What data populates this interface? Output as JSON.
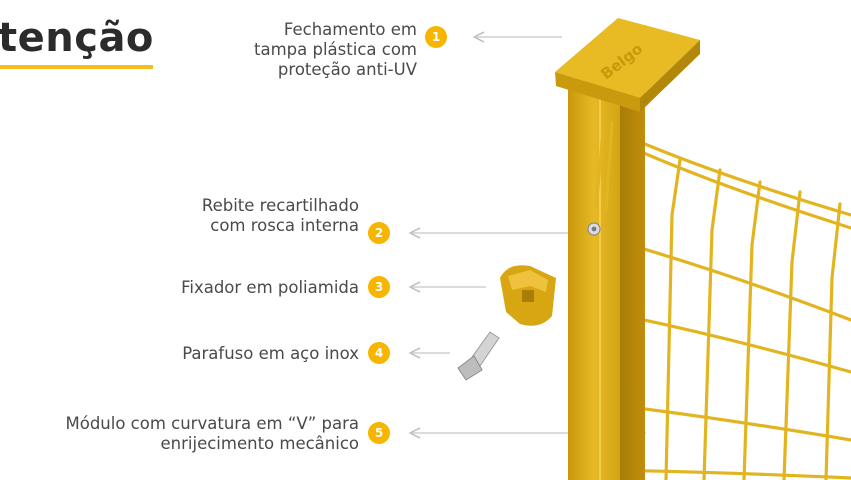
{
  "heading": "tenção",
  "colors": {
    "accent": "#f2be1a",
    "badge": "#f7b500",
    "text": "#4a4a4a",
    "callout_line": "#c8c8c8",
    "post": "#e2b41f"
  },
  "logo_text": "Belgo",
  "callouts": [
    {
      "number": "1",
      "lines": [
        "Fechamento em",
        "tampa plástica com",
        "proteção anti-UV"
      ]
    },
    {
      "number": "2",
      "lines": [
        "Rebite recartilhado",
        "com rosca interna"
      ]
    },
    {
      "number": "3",
      "lines": [
        "Fixador em poliamida"
      ]
    },
    {
      "number": "4",
      "lines": [
        "Parafuso em aço inox"
      ]
    },
    {
      "number": "5",
      "lines": [
        "Módulo com curvatura em “V” para",
        "enrijecimento mecânico"
      ]
    }
  ]
}
